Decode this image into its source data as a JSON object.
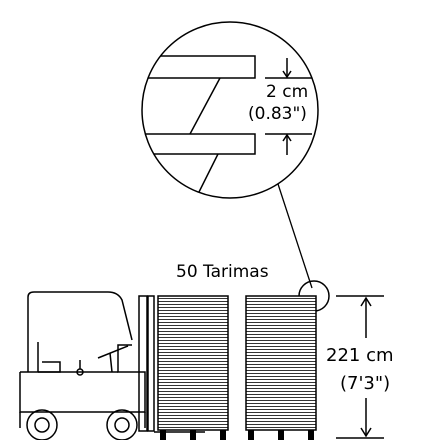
{
  "detail": {
    "gap_metric": "2 cm",
    "gap_imperial": "(0.83\")"
  },
  "stack": {
    "count_label": "50 Tarimas",
    "height_metric": "221 cm",
    "height_imperial": "(7'3\")"
  },
  "colors": {
    "line": "#000000",
    "background": "#ffffff"
  }
}
